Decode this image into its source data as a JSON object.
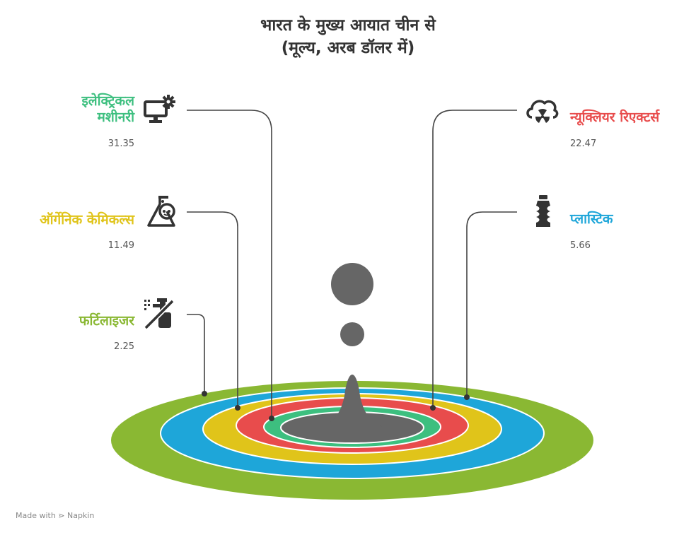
{
  "title": {
    "line1": "भारत के मुख्य आयात चीन से",
    "line2": "(मूल्य, अरब डॉलर में)"
  },
  "items": [
    {
      "id": "electrical",
      "label_line1": "इलेक्ट्रिकल",
      "label_line2": "मशीनरी",
      "value": "31.35",
      "color": "#3dbf7f",
      "icon": "computer-gear-icon"
    },
    {
      "id": "nuclear",
      "label_line1": "न्यूक्लियर रिएक्टर्स",
      "label_line2": "",
      "value": "22.47",
      "color": "#e84c4c",
      "icon": "cloud-radiation-icon"
    },
    {
      "id": "organic",
      "label_line1": "ऑर्गेनिक केमिकल्स",
      "label_line2": "",
      "value": "11.49",
      "color": "#e0c41a",
      "icon": "flask-icon"
    },
    {
      "id": "plastic",
      "label_line1": "प्लास्टिक",
      "label_line2": "",
      "value": "5.66",
      "color": "#1ea6d9",
      "icon": "plastic-bottle-icon"
    },
    {
      "id": "fertilizer",
      "label_line1": "फर्टिलाइजर",
      "label_line2": "",
      "value": "2.25",
      "color": "#8ab833",
      "icon": "no-spray-icon"
    }
  ],
  "colors": {
    "green_outer": "#8ab833",
    "blue": "#1ea6d9",
    "yellow": "#e0c41a",
    "red": "#e84c4c",
    "green_inner": "#3dbf7f",
    "center": "#666666",
    "line": "#444444"
  },
  "footer": {
    "text": "Made with ⋗ Napkin"
  }
}
